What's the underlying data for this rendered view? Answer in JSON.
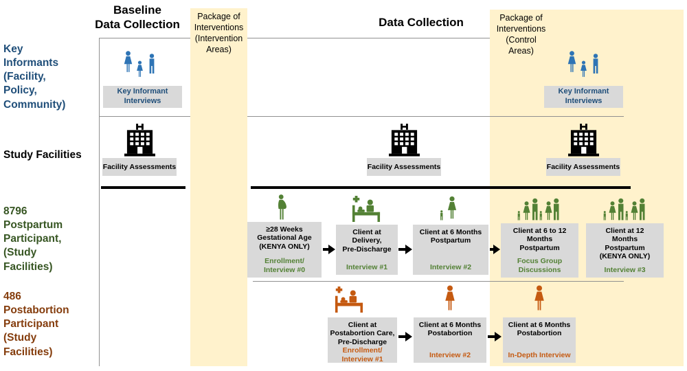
{
  "colors": {
    "yellow_band": "#FFF2CC",
    "gray_box": "#D9D9D9",
    "blue": "#2E74B5",
    "dark_blue": "#1F4E79",
    "green": "#538135",
    "dark_green": "#375623",
    "orange": "#C55A11",
    "brown": "#843C0C",
    "line_gray": "#909090"
  },
  "headers": {
    "baseline": "Baseline\nData Collection",
    "data_collection": "Data Collection",
    "intervention_band": "Package of\nInterventions\n(Intervention\nAreas)",
    "control_band": "Package of\nInterventions\n(Control\nAreas)"
  },
  "row_labels": {
    "key_informants": "Key\nInformants\n(Facility,\nPolicy,\nCommunity)",
    "study_facilities": "Study Facilities",
    "postpartum": "8796\nPostpartum\nParticipant,\n(Study\nFacilities)",
    "postabortion": "486\nPostabortion\nParticipant\n(Study\nFacilities)"
  },
  "key_informant_row": {
    "baseline_box": "Key Informant\nInterviews",
    "control_box": "Key Informant\nInterviews"
  },
  "facility_row": {
    "baseline_box": "Facility Assessments",
    "data_collection_box": "Facility Assessments",
    "control_box": "Facility Assessments"
  },
  "postpartum_row": {
    "boxes": [
      {
        "title": "≥28 Weeks\nGestational Age\n(KENYA ONLY)",
        "subtitle": "Enrollment/\nInterview #0"
      },
      {
        "title": "Client at\nDelivery,\nPre-Discharge",
        "subtitle": "Interview #1"
      },
      {
        "title": "Client at 6 Months\nPostpartum",
        "subtitle": "Interview #2"
      },
      {
        "title": "Client at 6 to 12\nMonths\nPostpartum",
        "subtitle": "Focus Group\nDiscussions"
      },
      {
        "title": "Client at 12\nMonths\nPostpartum\n(KENYA ONLY)",
        "subtitle": "Interview #3"
      }
    ]
  },
  "postabortion_row": {
    "boxes": [
      {
        "title": "Client at\nPostabortion Care,\nPre-Discharge",
        "subtitle": "Enrollment/\nInterview #1"
      },
      {
        "title": "Client at 6 Months\nPostabortion",
        "subtitle": "Interview #2"
      },
      {
        "title": "Client at 6 Months\nPostabortion",
        "subtitle": "In-Depth Interview"
      }
    ]
  }
}
